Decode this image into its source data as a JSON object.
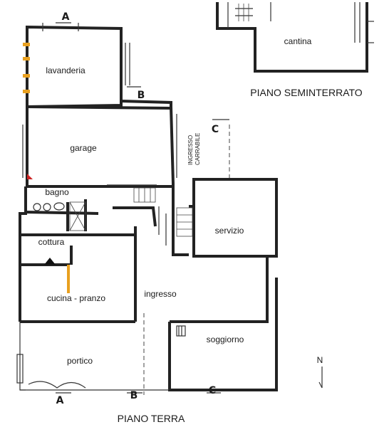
{
  "rooms": {
    "lavanderia": "lavanderia",
    "garage": "garage",
    "bagno": "bagno",
    "cottura": "cottura",
    "cucina_pranzo": "cucina - pranzo",
    "portico": "portico",
    "ingresso": "ingresso",
    "servizio": "servizio",
    "soggiorno": "soggiorno",
    "cantina": "cantina"
  },
  "labels": {
    "piano_seminterrato": "PIANO SEMINTERRATO",
    "piano_terra": "PIANO TERRA",
    "ingresso_carrabile_line1": "INGRESSO",
    "ingresso_carrabile_line2": "CARRABILE",
    "north": "N"
  },
  "sections": {
    "a_top": "A",
    "a_bottom": "A",
    "b_mid": "B",
    "b_bottom": "B",
    "c_mid": "C",
    "c_bottom": "C"
  },
  "colors": {
    "wall": "#222222",
    "accent_orange": "#e8a020",
    "accent_red": "#cc2222"
  }
}
